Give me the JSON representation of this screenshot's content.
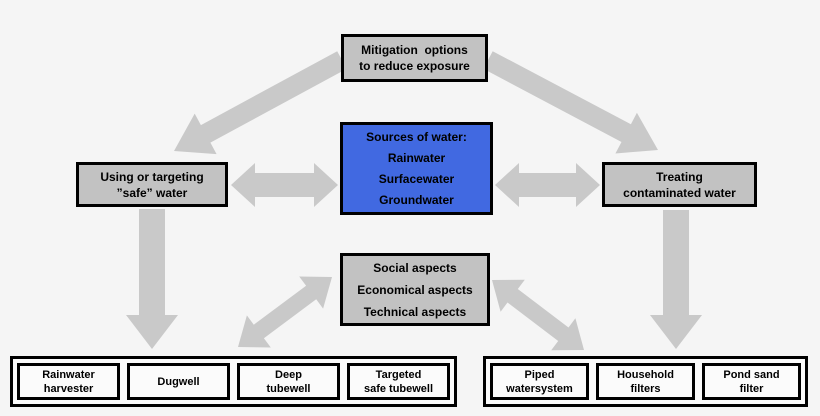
{
  "colors": {
    "background": "#f5f5f5",
    "box_gray": "#c2c2c2",
    "box_blue": "#4169e1",
    "arrow_gray": "#c9c9c9",
    "option_box_bg": "#fbfbfb",
    "border": "#000000",
    "text": "#000000"
  },
  "boxes": {
    "mitigation": {
      "text": "Mitigation  options\nto reduce exposure"
    },
    "sources": {
      "text": "Sources of water:\nRainwater\nSurfacewater\nGroundwater"
    },
    "safe_water": {
      "text": "Using or targeting\n”safe” water"
    },
    "treating": {
      "text": "Treating\ncontaminated water"
    },
    "aspects": {
      "text": "Social aspects\nEconomical aspects\nTechnical aspects"
    }
  },
  "safe_options": {
    "items": [
      {
        "text": "Rainwater\nharvester"
      },
      {
        "text": "Dugwell"
      },
      {
        "text": "Deep\ntubewell"
      },
      {
        "text": "Targeted\nsafe tubewell"
      }
    ]
  },
  "treatment_options": {
    "items": [
      {
        "text": "Piped\nwatersystem"
      },
      {
        "text": "Household\nfilters"
      },
      {
        "text": "Pond sand\nfilter"
      }
    ]
  }
}
